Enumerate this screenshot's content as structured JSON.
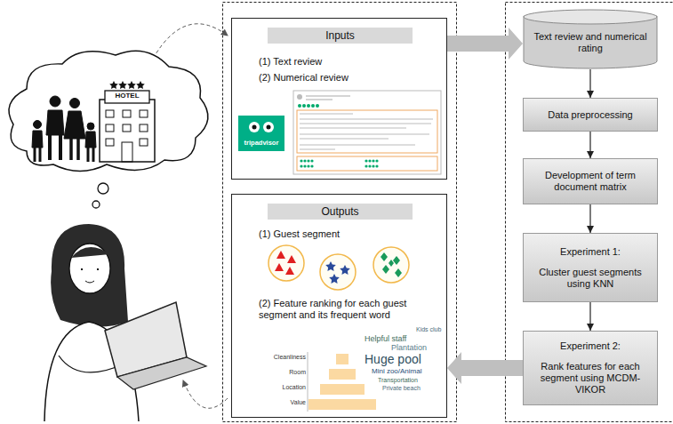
{
  "diagram": {
    "nodes": [
      {
        "text": [
          "Inputs",
          "(1) Text review",
          "(2) Numerical review"
        ]
      },
      {
        "text": [
          "Outputs",
          "(1) Guest segment",
          "(2) Feature ranking for each guest segment and its frequent word"
        ]
      },
      {
        "text": [
          "Text review and numerical rating"
        ]
      },
      {
        "text": [
          "Data preprocessing"
        ]
      },
      {
        "text": [
          "Development of term document matrix"
        ]
      },
      {
        "text": [
          "Experiment 1:",
          "Cluster guest segments using KNN"
        ]
      },
      {
        "text": [
          "Experiment 2:",
          "Rank features for each segment using MCDM-VIKOR"
        ]
      }
    ],
    "edges": [
      {
        "from": 0,
        "to": 2,
        "arrow": "to"
      },
      {
        "from": 2,
        "to": 3,
        "arrow": "to"
      },
      {
        "from": 3,
        "to": 4,
        "arrow": "to"
      },
      {
        "from": 4,
        "to": 5,
        "arrow": "to"
      },
      {
        "from": 5,
        "to": 6,
        "arrow": "to"
      },
      {
        "from": 6,
        "to": 1,
        "arrow": "to"
      }
    ],
    "labels": [
      "HOTEL",
      "tripadvisor",
      "Cleanliness",
      "Room",
      "Location",
      "Value",
      "Kids club",
      "Helpful staff",
      "Plantation",
      "Huge pool",
      "Mini zoo/Animal",
      "Transportation",
      "Private beach"
    ]
  }
}
